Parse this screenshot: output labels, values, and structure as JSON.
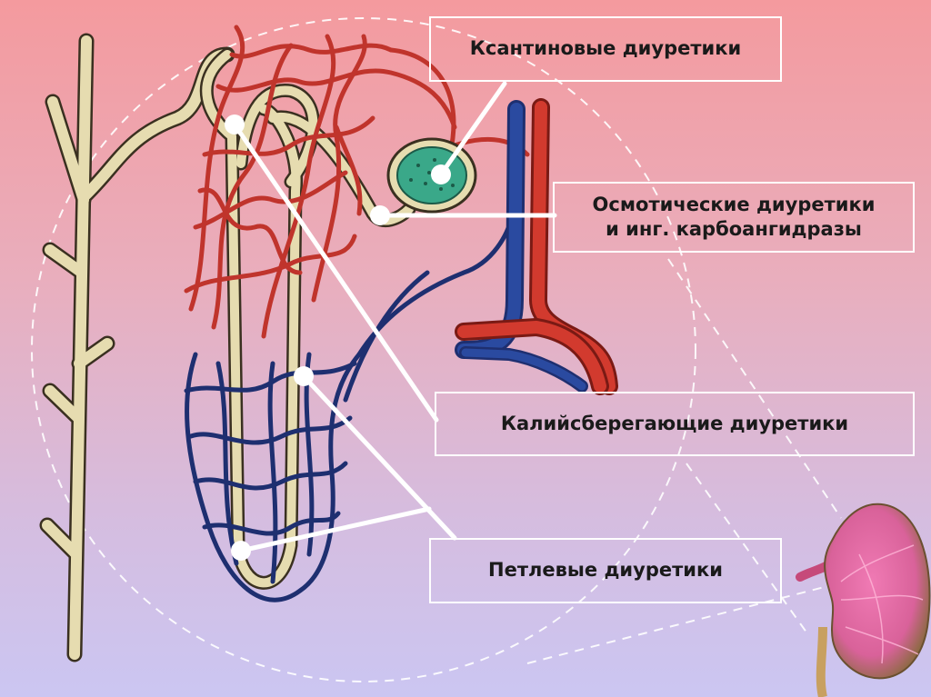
{
  "labels": {
    "xanthine": "Ксантиновые диуретики",
    "osmotic_line1": "Осмотические диуретики",
    "osmotic_line2": "и инг. карбоангидразы",
    "potassium_sparing": "Калийсберегающие диуретики",
    "loop": "Петлевые диуретики"
  },
  "colors": {
    "background_top": "#f49a9e",
    "background_bottom": "#cbc6f2",
    "tubule": "#e6dcb0",
    "tubule_outline": "#4a4030",
    "artery": "#c0342c",
    "vein": "#2a4aa0",
    "glomerulus": "#3aa889",
    "kidney": "#d9629a",
    "label_border": "#ffffff"
  },
  "icons": {
    "nephron": "nephron-illustration",
    "kidney": "kidney-icon"
  }
}
